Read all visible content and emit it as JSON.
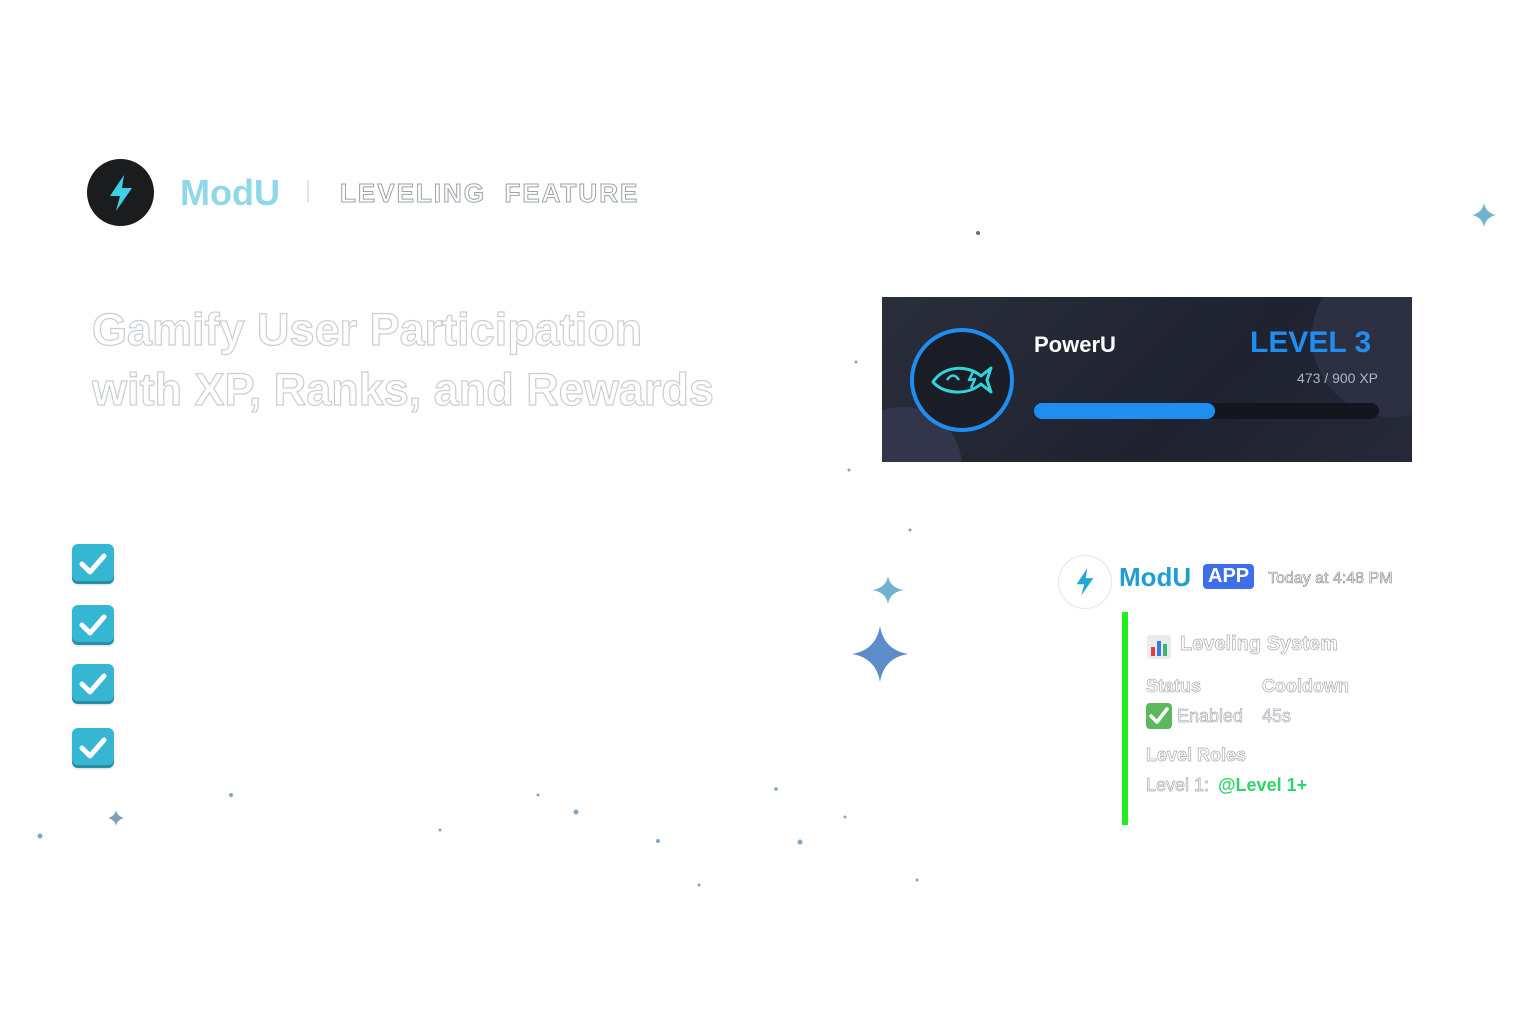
{
  "header": {
    "brand": "ModU",
    "feature": "LEVELING  FEATURE",
    "logo_icon": "lightning-bolt-icon"
  },
  "headline": {
    "line1": "Gamify User Participation",
    "line2": "with XP, Ranks, and Rewards"
  },
  "checklist": {
    "count": 4,
    "icon": "checkmark-icon"
  },
  "level_card": {
    "username": "PowerU",
    "level": "LEVEL 3",
    "xp": "473 / 900 XP",
    "xp_fraction": 0.525,
    "avatar_icon": "fish-icon"
  },
  "message": {
    "bot_name": "ModU",
    "badge": "APP",
    "timestamp": "Today at 4:48 PM",
    "embed": {
      "title": "Leveling System",
      "title_icon": "bar-chart-icon",
      "fields": {
        "status_name": "Status",
        "status_value": "Enabled",
        "cooldown_name": "Cooldown",
        "cooldown_value": "45s",
        "roles_name": "Level Roles",
        "roles_prefix": "Level 1:",
        "roles_mention": "@Level 1+"
      }
    }
  },
  "colors": {
    "accent": "#1e8ff0",
    "brand": "#1f9fcf",
    "embed_bar": "#22ee22",
    "check": "#35b6d2"
  }
}
